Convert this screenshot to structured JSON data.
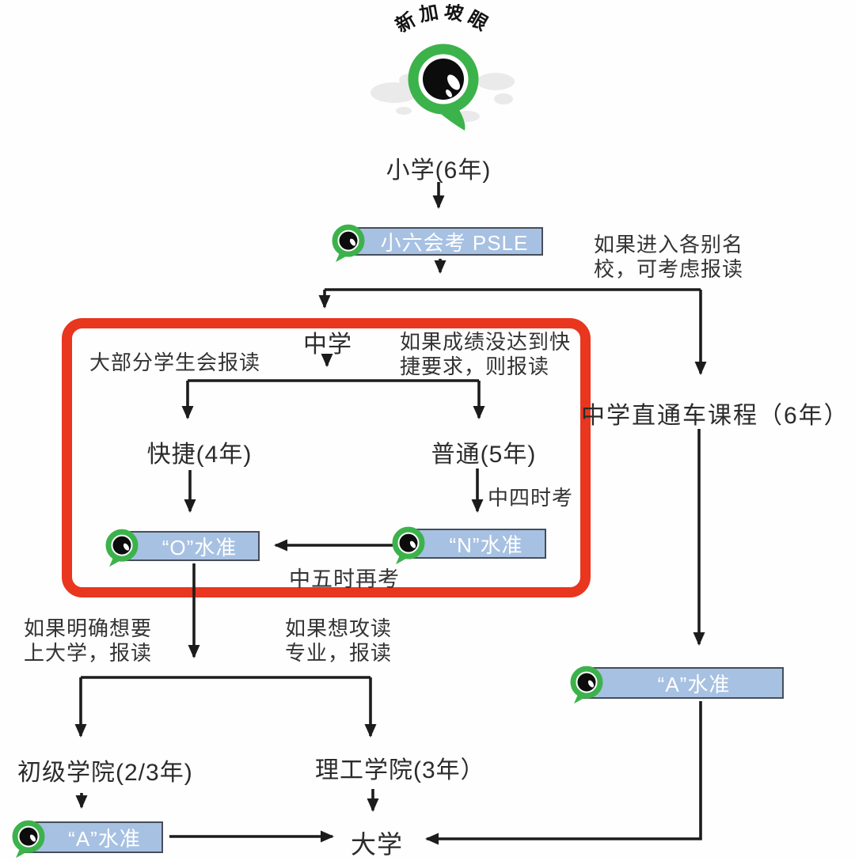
{
  "brand": {
    "name": "新加坡眼",
    "green": "#3cb24b"
  },
  "colors": {
    "highlight_red": "#e8361f",
    "box_fill": "#a7c1e2",
    "box_border": "#474d59",
    "line": "#1c1c1c",
    "box_text": "#ffffff"
  },
  "nodes": {
    "primary": "小学(6年)",
    "psle": "小六会考 PSLE",
    "secondary": "中学",
    "express": "快捷(4年)",
    "normal": "普通(5年)",
    "o_level": "“O”水准",
    "n_level": "“N”水准",
    "ip_track": "中学直通车课程（6年）",
    "a_level_right": "“A”水准",
    "jc": "初级学院(2/3年)",
    "poly": "理工学院(3年）",
    "a_level_left": "“A”水准",
    "university": "大学"
  },
  "annotations": {
    "to_elite": "如果进入各别名\n校，可考虑报读",
    "majority": "大部分学生会报读",
    "not_express": "如果成绩没达到快\n捷要求，则报读",
    "sec4_exam": "中四时考",
    "sec5_exam": "中五时再考",
    "want_university": "如果明确想要\n上大学，报读",
    "want_professional": "如果想攻读\n专业，报读"
  }
}
